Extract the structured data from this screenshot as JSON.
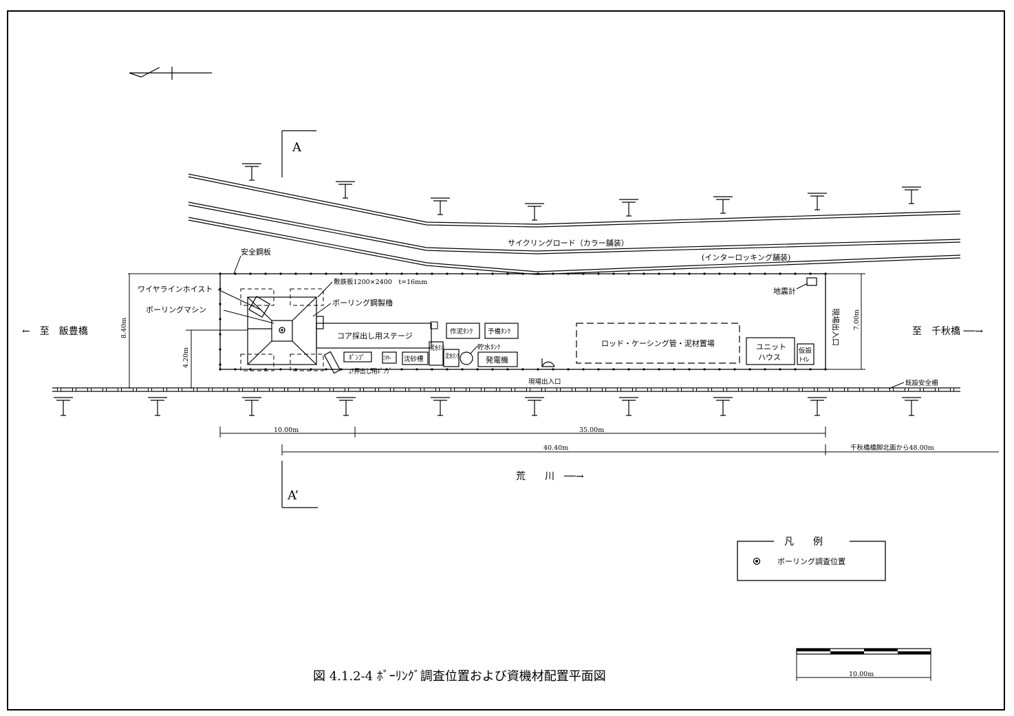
{
  "caption": "図 4.1.2-4 ﾎﾞｰﾘﾝｸﾞ調査位置および資機材配置平面図",
  "section_marks": {
    "top": "A",
    "bottom": "A’"
  },
  "roads": {
    "cycling_road": "サイクリングロード（カラー舗装）",
    "interlocking": "(インターロッキング舗装)"
  },
  "directions": {
    "left": "←　至　飯豊橋",
    "right": "至　千秋橋 ──→",
    "river": "荒　　川　──→"
  },
  "labels": {
    "safety_plate": "安全鋼板",
    "wire_hoist": "ワイヤラインホイスト",
    "boring_machine": "ボーリングマシン",
    "steel_plate": "敷鉄板1200×2400　t=16mm",
    "boring_tower": "ボーリング鋼製櫓",
    "core_stage": "コア採出し用ステージ",
    "mud_tank_work": "作泥ﾀﾝｸ",
    "spare_tank": "予備ﾀﾝｸ",
    "mud_water_tank_1": "泥水ﾀﾝｸ",
    "mud_water_tank_2": "泥水ﾀﾝｸ",
    "storage_tank": "貯水ﾀﾝｸ",
    "pump": "ﾎﾟﾝﾌﾟ",
    "mixer": "ﾐｷｻｰ",
    "settling_tank": "沈砂槽",
    "generator": "発電機",
    "core_push_pump": "ｺｱ押出し用ﾎﾟﾝﾌﾟ",
    "rod_yard": "ロッド・ケーシング管・泥材置場",
    "unit_house_1": "ユニット",
    "unit_house_2": "ハウス",
    "temp_toilet_1": "仮設",
    "temp_toilet_2": "ﾄｲﾚ",
    "seismometer": "地震計",
    "site_entrance_side": "現場出入口",
    "site_entrance_bottom": "現場出入口",
    "existing_fence": "既設安全柵"
  },
  "dimensions": {
    "d_840": "8.40m",
    "d_420": "4.20m",
    "d_700": "7.00m",
    "d_1000": "10.00m",
    "d_3500": "35.00m",
    "d_4040": "40.40m",
    "d_4800": "千秋橋橋脚北面から48.00m"
  },
  "legend": {
    "title": "凡　　例",
    "item": "ボーリング調査位置"
  },
  "scale_bar": {
    "label": "10.00m"
  }
}
